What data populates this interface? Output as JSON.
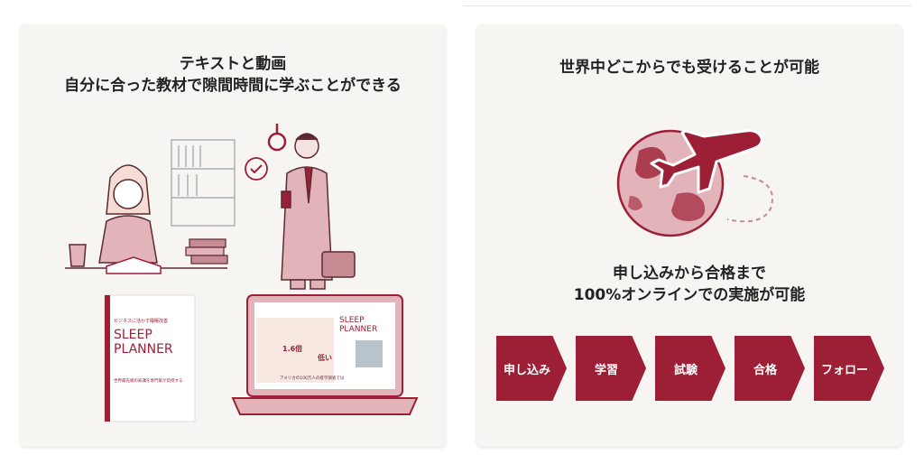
{
  "left_card": {
    "heading_line1": "テキストと動画",
    "heading_line2": "自分に合った教材で隙間時間に学ぶことができる",
    "book": {
      "subtitle": "ビジネスに活かす睡眠改善",
      "title_line1": "SLEEP",
      "title_line2": "PLANNER",
      "tagline": "世界最先端の知識を専門家が伝授する"
    },
    "laptop": {
      "slide_title_line1": "SLEEP",
      "slide_title_line2": "PLANNER",
      "stat_value": "1.6倍",
      "highlight_text": "低い",
      "caption": "アメリカの100万人の疫学調査では"
    }
  },
  "right_card": {
    "heading": "世界中どこからでも受けることが可能",
    "subheading_line1": "申し込みから合格まで",
    "subheading_line2": "100%オンラインでの実施が可能",
    "steps": [
      {
        "label": "申し込み"
      },
      {
        "label": "学習"
      },
      {
        "label": "試験"
      },
      {
        "label": "合格"
      },
      {
        "label": "フォロー"
      }
    ]
  },
  "colors": {
    "accent": "#9c1f36",
    "accent_light": "#e3b3ba",
    "card_bg": "#f7f5f1",
    "line": "#5b2a33"
  }
}
